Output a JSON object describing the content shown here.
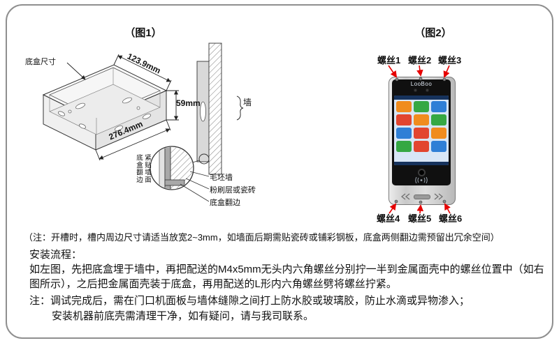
{
  "figure1": {
    "title": "（图1）",
    "box_size_label": "底盒尺寸",
    "dim_width": "123.9mm",
    "dim_height": "59mm",
    "dim_length": "276.4mm",
    "wall_label": "墙",
    "flange_note_col_right": "紧贴墙面",
    "flange_note_col_left": "底盒翻边",
    "layer_labels": {
      "rough_wall": "毛坯墙",
      "plaster": "粉刷层或瓷砖",
      "flange": "底盒翻边"
    }
  },
  "figure2": {
    "title": "（图2）",
    "brand": "LooBoo",
    "screws_top": [
      "螺丝1",
      "螺丝2",
      "螺丝3"
    ],
    "screws_bottom": [
      "螺丝4",
      "螺丝5",
      "螺丝6"
    ],
    "accent_red": "#e60000",
    "screen": {
      "background": "#d8e6f6",
      "statusbar_color": "#16325c",
      "tile_colors": [
        "#f08c1e",
        "#35a843",
        "#2f7fd6",
        "#e2452f",
        "#f08c1e",
        "#35a843",
        "#2f7fd6",
        "#e2452f",
        "#f08c1e",
        "#35a843",
        "#e2452f",
        "#2f7fd6"
      ]
    }
  },
  "notes": {
    "slot_note": "（注：开槽时，槽内周边尺寸请适当放宽2~3mm，如墙面后期需贴瓷砖或铺彩钢板，底盒两侧翻边需预留出冗余空间）",
    "flow_title": "安装流程：",
    "flow_text": "如左图，先把底盒埋于墙中，再把配送的M4x5mm无头内六角螺丝分别拧一半到金属面壳中的螺丝位置中（如右图所示），之后把金属面壳装于底盒，再用配送的L形内六角螺丝劈将螺丝拧紧。",
    "caution_line1": "注：调试完成后，需在门口机面板与墙体缝隙之间打上防水胶或玻璃胶，防止水滴或异物渗入；",
    "caution_line2": "安装机器前底壳需清理干净，如有疑问，请与我司联系。"
  }
}
